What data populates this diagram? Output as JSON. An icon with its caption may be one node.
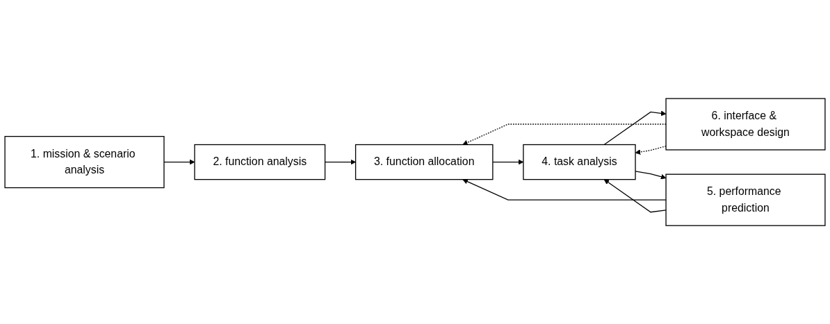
{
  "diagram": {
    "nodes": [
      {
        "text": [
          "1. mission & scenario analysis"
        ]
      },
      {
        "text": [
          "2. function analysis"
        ]
      },
      {
        "text": [
          "3. function allocation"
        ]
      },
      {
        "text": [
          "4. task analysis"
        ]
      },
      {
        "text": [
          "6. interface & workspace design"
        ]
      },
      {
        "text": [
          "5. performance prediction"
        ]
      }
    ],
    "edges": [
      {
        "from": 0,
        "to": 1,
        "arrow": "to"
      },
      {
        "from": 1,
        "to": 2,
        "arrow": "to"
      },
      {
        "from": 2,
        "to": 3,
        "arrow": "to"
      },
      {
        "from": 3,
        "to": 4,
        "arrow": "to"
      },
      {
        "from": 3,
        "to": 5,
        "arrow": "to"
      },
      {
        "from": 4,
        "to": 2,
        "arrow": "to",
        "style": "dashed"
      },
      {
        "from": 4,
        "to": 3,
        "arrow": "to",
        "style": "dashed"
      },
      {
        "from": 5,
        "to": 2,
        "arrow": "to"
      },
      {
        "from": 5,
        "to": 3,
        "arrow": "to"
      }
    ]
  }
}
